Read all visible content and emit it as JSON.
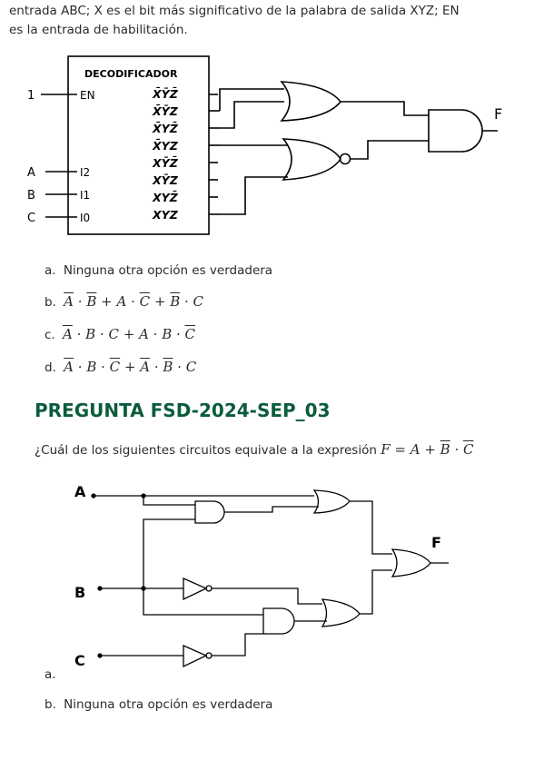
{
  "intro_line1": "entrada ABC; X es el bit más significativo de la palabra de salida XYZ; EN",
  "intro_line2": "es la entrada de habilitación.",
  "figure1": {
    "decoder_title": "DECODIFICADOR",
    "input_labels": [
      "EN",
      "I2",
      "I1",
      "I0"
    ],
    "external_inputs": [
      "1",
      "A",
      "B",
      "C"
    ],
    "outputs": [
      "X̄ȲZ̄",
      "X̄ȲZ",
      "X̄YZ̄",
      "X̄YZ",
      "XȲZ̄",
      "XȲZ",
      "XYZ̄",
      "XYZ"
    ],
    "output_label": "F"
  },
  "q1_options": [
    {
      "label": "a.",
      "text": "Ninguna otra opción es verdadera"
    },
    {
      "label": "b."
    },
    {
      "label": "c."
    },
    {
      "label": "d."
    }
  ],
  "section_title": "PREGUNTA FSD-2024-SEP_03",
  "question2": "¿Cuál de los siguientes circuitos equivale a la expresión",
  "figure2": {
    "inputs": [
      "A",
      "B",
      "C"
    ],
    "output": "F"
  },
  "q2_options": [
    {
      "label": "a."
    },
    {
      "label": "b.",
      "text": "Ninguna otra opción es verdadera"
    }
  ]
}
